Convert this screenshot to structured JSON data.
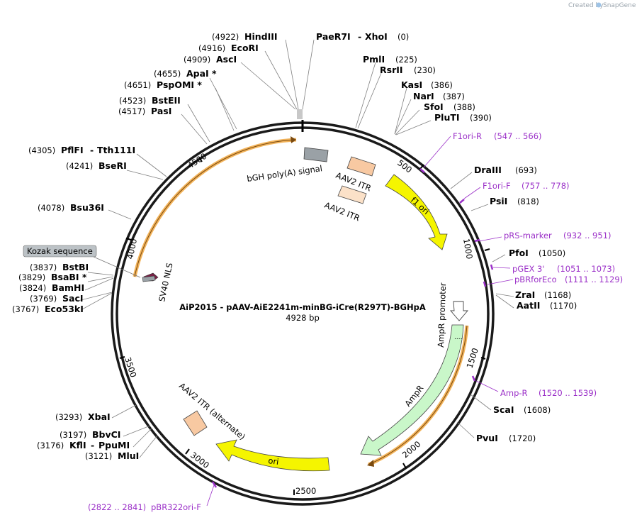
{
  "credit": {
    "prefix": "Created by",
    "brand": "SnapGene"
  },
  "plasmid": {
    "name": "AiP2015 - pAAV-AiE2241m-minBG-iCre(R297T)-BGHpA",
    "length_label": "4928 bp"
  },
  "ticks": [
    "500",
    "1000",
    "1500",
    "2000",
    "2500",
    "3000",
    "3500",
    "4000",
    "4500"
  ],
  "sites": [
    {
      "name": "PaeR7I",
      "sep": "-",
      "name2": "XhoI",
      "pos": "(0)"
    },
    {
      "name": "HindIII",
      "pos": "(4922)"
    },
    {
      "name": "EcoRI",
      "pos": "(4916)"
    },
    {
      "name": "AscI",
      "pos": "(4909)"
    },
    {
      "name": "ApaI *",
      "pos": "(4655)"
    },
    {
      "name": "PspOMI *",
      "pos": "(4651)"
    },
    {
      "name": "BstEII",
      "pos": "(4523)"
    },
    {
      "name": "PasI",
      "pos": "(4517)"
    },
    {
      "name": "PflFI",
      "sep": "-",
      "name2": "Tth111I",
      "pos": "(4305)"
    },
    {
      "name": "BseRI",
      "pos": "(4241)"
    },
    {
      "name": "Bsu36I",
      "pos": "(4078)"
    },
    {
      "name": "BstBI",
      "pos": "(3837)"
    },
    {
      "name": "BsaBI *",
      "pos": "(3829)"
    },
    {
      "name": "BamHI",
      "pos": "(3824)"
    },
    {
      "name": "SacI",
      "pos": "(3769)"
    },
    {
      "name": "Eco53kI",
      "pos": "(3767)"
    },
    {
      "name": "XbaI",
      "pos": "(3293)"
    },
    {
      "name": "BbvCI",
      "pos": "(3197)"
    },
    {
      "name": "KflI",
      "sep": "-",
      "name2": "PpuMI",
      "pos": "(3176)"
    },
    {
      "name": "MluI",
      "pos": "(3121)"
    },
    {
      "name": "PmlI",
      "pos": "(225)"
    },
    {
      "name": "RsrII",
      "pos": "(230)"
    },
    {
      "name": "KasI",
      "pos": "(386)"
    },
    {
      "name": "NarI",
      "pos": "(387)"
    },
    {
      "name": "SfoI",
      "pos": "(388)"
    },
    {
      "name": "PluTI",
      "pos": "(390)"
    },
    {
      "name": "DraIII",
      "pos": "(693)"
    },
    {
      "name": "PsiI",
      "pos": "(818)"
    },
    {
      "name": "PfoI",
      "pos": "(1050)"
    },
    {
      "name": "ZraI",
      "pos": "(1168)"
    },
    {
      "name": "AatII",
      "pos": "(1170)"
    },
    {
      "name": "ScaI",
      "pos": "(1608)"
    },
    {
      "name": "PvuI",
      "pos": "(1720)"
    }
  ],
  "primers": [
    {
      "name": "F1ori-R",
      "range": "(547 .. 566)"
    },
    {
      "name": "F1ori-F",
      "range": "(757 .. 778)"
    },
    {
      "name": "pRS-marker",
      "range": "(932 .. 951)"
    },
    {
      "name": "pGEX 3'",
      "range": "(1051 .. 1073)"
    },
    {
      "name": "pBRforEco",
      "range": "(1111 .. 1129)"
    },
    {
      "name": "Amp-R",
      "range": "(1520 .. 1539)"
    },
    {
      "name": "pBR322ori-F",
      "range": "(2822 .. 2841)"
    }
  ],
  "features": {
    "bgh": "bGH poly(A) signal",
    "aav2_itr_a": "AAV2 ITR",
    "aav2_itr_b": "AAV2 ITR",
    "f1ori": "f1 ori",
    "ampr_promoter": "AmpR promoter",
    "ampr": "AmpR",
    "ori": "ori",
    "aav2_itr_alt": "AAV2 ITR (alternate)",
    "sv40": "SV40 NLS",
    "kozak": "Kozak sequence"
  },
  "colors": {
    "ori": "#f5f500",
    "ampr": "#c9f7c9",
    "itr": "#f8c9a2",
    "bgh": "#9aa1a6",
    "kozak_box": "#bcc2c6",
    "primer": "#9b30c8",
    "orf_highlight": "#f2b35a"
  }
}
